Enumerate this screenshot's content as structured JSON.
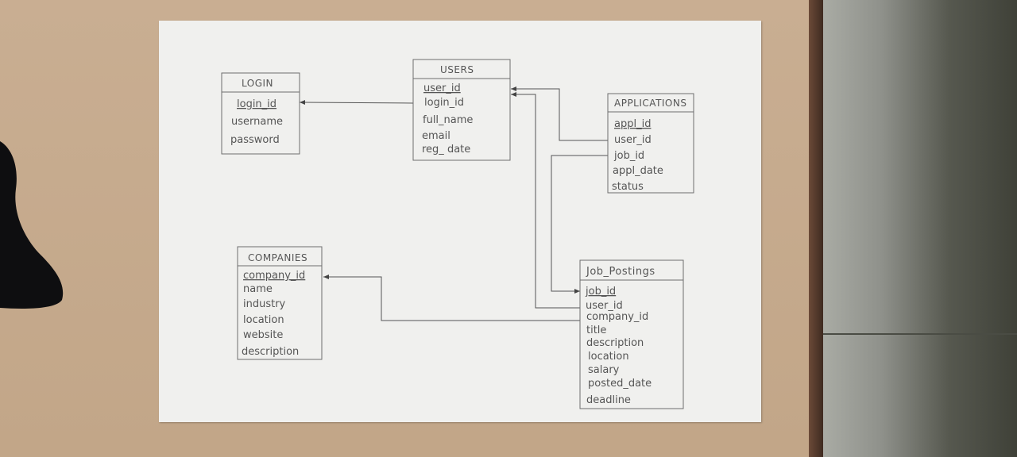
{
  "entities": {
    "login": {
      "title": "LOGIN",
      "pk": "login_id",
      "fields": [
        "username",
        "password"
      ]
    },
    "users": {
      "title": "USERS",
      "pk": "user_id",
      "fields": [
        "login_id",
        "full_name",
        "email",
        "reg_ date"
      ]
    },
    "applications": {
      "title": "APPLICATIONS",
      "pk": "appl_id",
      "fields": [
        "user_id",
        "job_id",
        "appl_date",
        "status"
      ]
    },
    "companies": {
      "title": "COMPANIES",
      "pk": "company_id",
      "fields": [
        "name",
        "industry",
        "location",
        "website",
        "description"
      ]
    },
    "job_postings": {
      "title": "Job_Postings",
      "pk": "job_id",
      "fields": [
        "user_id",
        "company_id",
        "title",
        "description",
        "location",
        "salary",
        "posted_date",
        "deadline"
      ]
    }
  },
  "relationships": [
    {
      "from": "users.login_id",
      "to": "login.login_id"
    },
    {
      "from": "applications.user_id",
      "to": "users.user_id"
    },
    {
      "from": "applications.job_id",
      "to": "job_postings.job_id"
    },
    {
      "from": "job_postings.user_id",
      "to": "users.user_id"
    },
    {
      "from": "job_postings.company_id",
      "to": "companies.company_id"
    }
  ]
}
